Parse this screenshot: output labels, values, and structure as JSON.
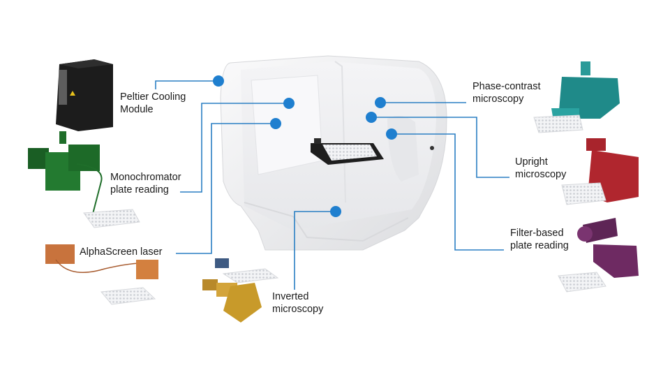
{
  "title": "Modular plate reader / imager configuration diagram",
  "accent_color": "#1f7fcf",
  "callouts": [
    {
      "id": "peltier",
      "label": "Peltier Cooling\nModule",
      "module_color": "#1c1c1c"
    },
    {
      "id": "monochromator",
      "label": "Monochromator\nplate reading",
      "module_color": "#1f6e2a"
    },
    {
      "id": "alphascreen",
      "label": "AlphaScreen laser",
      "module_color": "#c8733d"
    },
    {
      "id": "inverted",
      "label": "Inverted\nmicroscopy",
      "module_color": "#c89a2a"
    },
    {
      "id": "phase",
      "label": "Phase-contrast\nmicroscopy",
      "module_color": "#2a9a98"
    },
    {
      "id": "upright",
      "label": "Upright\nmicroscopy",
      "module_color": "#b0262e"
    },
    {
      "id": "filter",
      "label": "Filter-based\nplate reading",
      "module_color": "#6e2a62"
    }
  ],
  "center_device": {
    "name": "instrument-housing",
    "body_color": "#f1f1f3"
  }
}
